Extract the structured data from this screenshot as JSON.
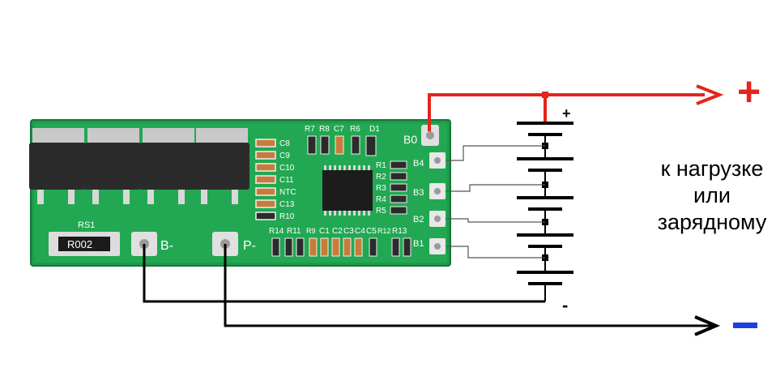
{
  "load_label": {
    "line1": "к нагрузке",
    "line2": "или",
    "line3": "зарядному"
  },
  "polarity": {
    "plus": "+",
    "minus": "−",
    "battery_plus": "+",
    "battery_minus": "-"
  },
  "board": {
    "pads_right": [
      "B0",
      "B4",
      "B3",
      "B2",
      "B1"
    ],
    "pads_bottom": [
      "B-",
      "P-"
    ],
    "shunt_label": "RS1",
    "shunt_marking": "R002",
    "caps_left": [
      "C8",
      "C9",
      "C10",
      "C11",
      "NTC",
      "C13",
      "R10"
    ],
    "resistors_top": [
      "R7",
      "R8",
      "C7",
      "R6",
      "D1"
    ],
    "resistors_right": [
      "R1",
      "R2",
      "R3",
      "R4",
      "R5"
    ],
    "bottom_row": [
      "R14",
      "R11",
      "R9",
      "C1",
      "C2",
      "C3",
      "C4",
      "C5",
      "R12",
      "R13"
    ]
  },
  "colors": {
    "positive_wire": "#e4251a",
    "negative_wire": "#000000",
    "minus_sign": "#1c3fe0",
    "pcb": "#1e9a4a",
    "balance_wire": "#555555"
  },
  "icons": [
    "mosfet-icon",
    "battery-cell-icon",
    "arrow-right-icon",
    "ic-chip-icon"
  ]
}
